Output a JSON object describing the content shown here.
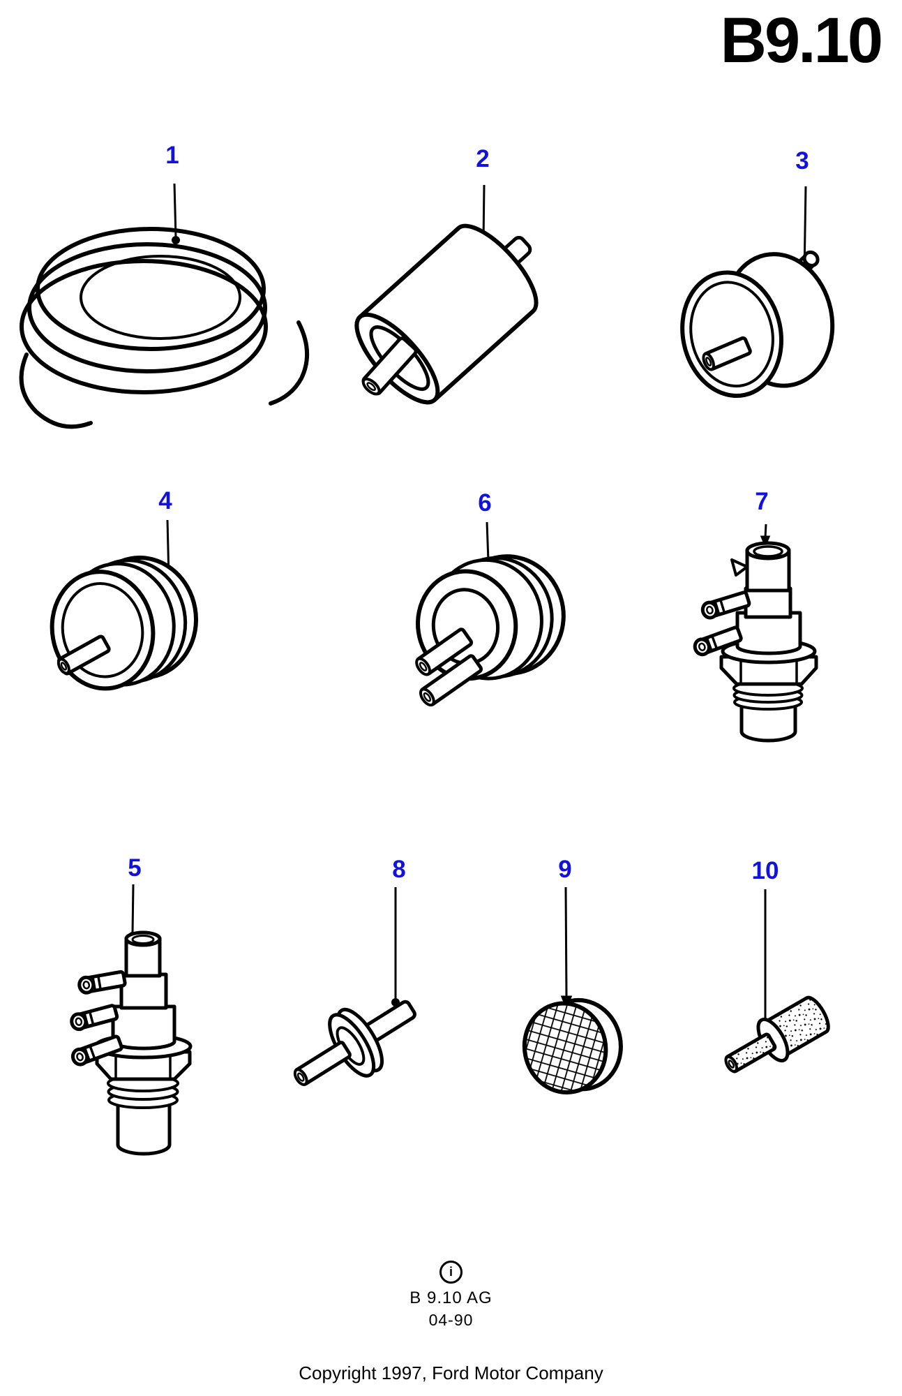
{
  "page": {
    "title": "B9.10"
  },
  "colors": {
    "label_blue": "#1212e0",
    "ink": "#000000",
    "background": "#ffffff"
  },
  "parts": [
    {
      "label": "1"
    },
    {
      "label": "2"
    },
    {
      "label": "3"
    },
    {
      "label": "4"
    },
    {
      "label": "5"
    },
    {
      "label": "6"
    },
    {
      "label": "7"
    },
    {
      "label": "8"
    },
    {
      "label": "9"
    },
    {
      "label": "10"
    }
  ],
  "footer": {
    "info_symbol": "i",
    "sheet_code": "B 9.10 AG",
    "date_code": "04-90",
    "copyright": "Copyright 1997, Ford Motor Company"
  }
}
